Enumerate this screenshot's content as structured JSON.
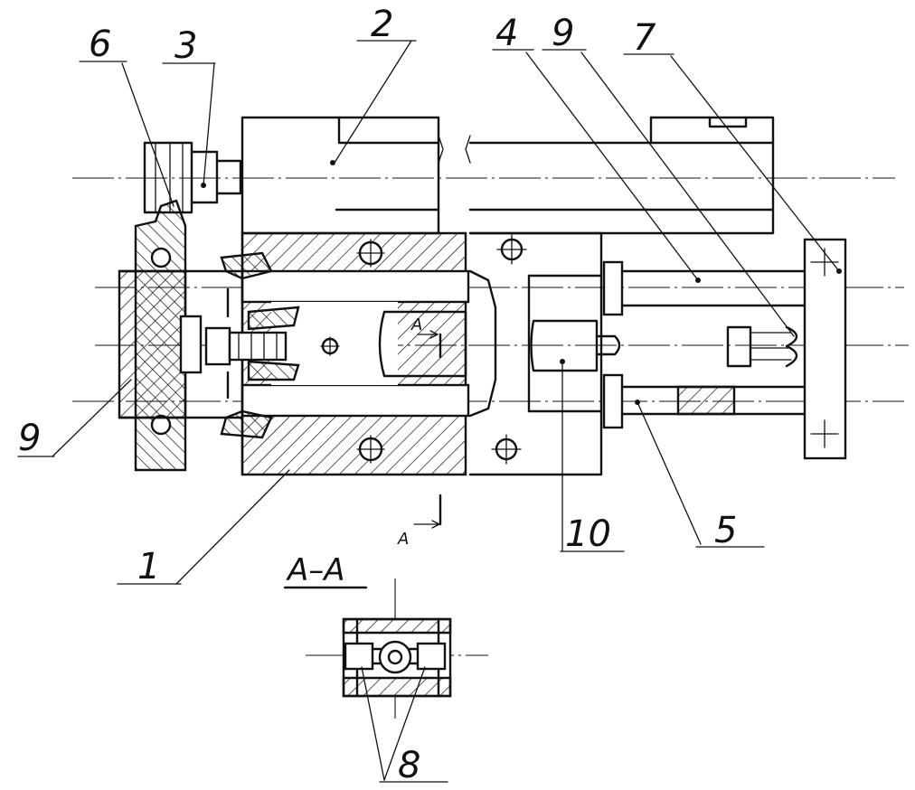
{
  "callouts": {
    "c1": "1",
    "c2": "2",
    "c3": "3",
    "c4": "4",
    "c5": "5",
    "c6": "6",
    "c7": "7",
    "c8": "8",
    "c9_top": "9",
    "c9_left": "9",
    "c10": "10"
  },
  "section": {
    "title": "A–A",
    "marker_top": "A",
    "marker_bottom": "A"
  }
}
